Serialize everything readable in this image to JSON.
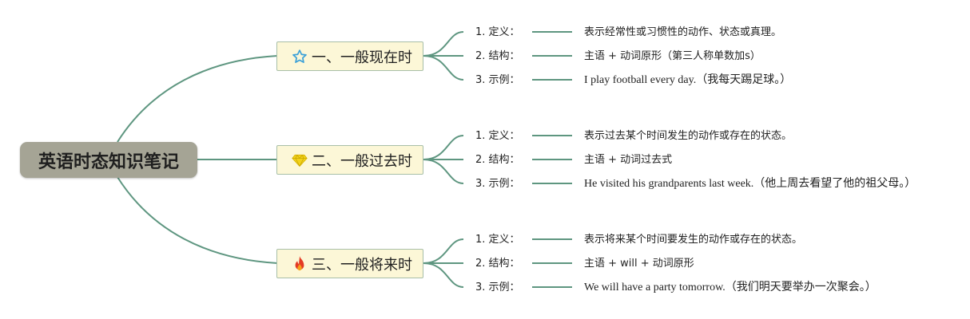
{
  "root": {
    "title": "英语时态知识笔记"
  },
  "branches": [
    {
      "title": "一、一般现在时",
      "icon": "star-icon",
      "items": [
        {
          "label": "1. 定义：",
          "detail": "表示经常性或习惯性的动作、状态或真理。"
        },
        {
          "label": "2. 结构：",
          "detail": "主语 + 动词原形（第三人称单数加s）"
        },
        {
          "label": "3. 示例：",
          "detail": "I play football every day.（我每天踢足球。）"
        }
      ]
    },
    {
      "title": "二、一般过去时",
      "icon": "diamond-icon",
      "items": [
        {
          "label": "1. 定义：",
          "detail": "表示过去某个时间发生的动作或存在的状态。"
        },
        {
          "label": "2. 结构：",
          "detail": "主语 + 动词过去式"
        },
        {
          "label": "3. 示例：",
          "detail": "He visited his grandparents last week.（他上周去看望了他的祖父母。）"
        }
      ]
    },
    {
      "title": "三、一般将来时",
      "icon": "fire-icon",
      "items": [
        {
          "label": "1. 定义：",
          "detail": "表示将来某个时间要发生的动作或存在的状态。"
        },
        {
          "label": "2. 结构：",
          "detail": "主语 + will + 动词原形"
        },
        {
          "label": "3. 示例：",
          "detail": "We will have a party tomorrow.（我们明天要举办一次聚会。）"
        }
      ]
    }
  ],
  "colors": {
    "connector": "#5e9680",
    "root_fill": "#a5a495",
    "branch_fill": "#fcf7d7",
    "star": "#3aa0d8",
    "diamond": "#f2d21c",
    "fire": "#e43b25"
  }
}
